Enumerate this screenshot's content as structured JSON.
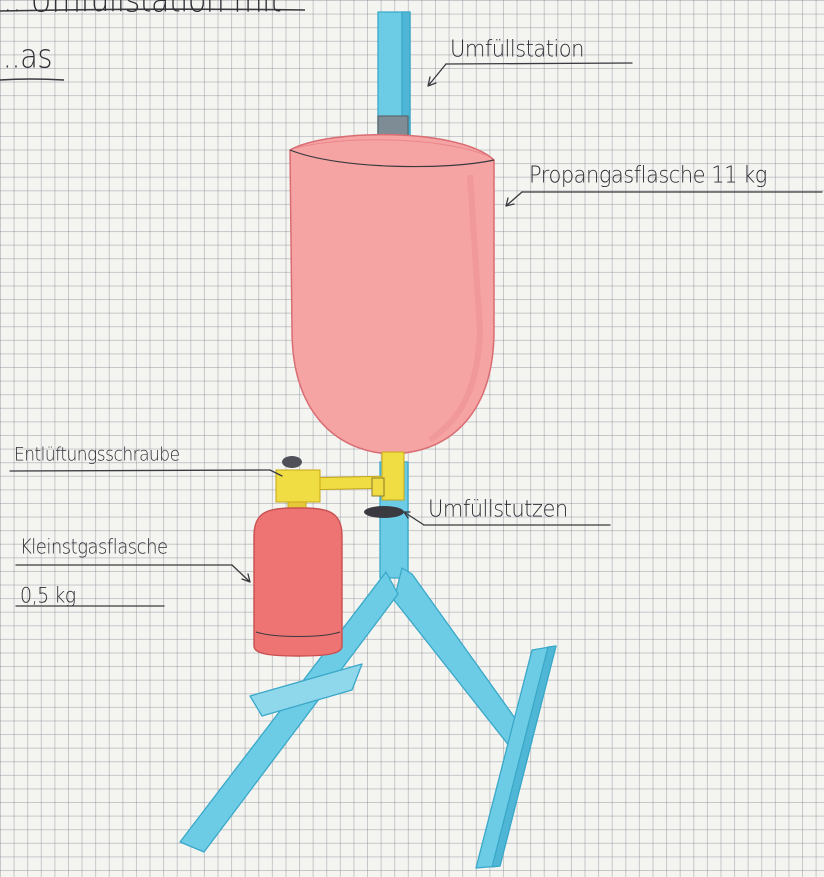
{
  "drawing": {
    "title_line_1": "... Umfüllstation mit",
    "title_line_2": "...as",
    "colors": {
      "frame": "#6ccce5",
      "frame_edge": "#3aa8c8",
      "large_bottle": "#f6a3a4",
      "large_bottle_edge": "#d86d73",
      "small_bottle": "#ee7474",
      "valve": "#f0dd44",
      "pencil": "#3a3a3f"
    },
    "icons": [
      "leader-arrow-icon",
      "connector-pipe-icon",
      "vent-screw-icon"
    ]
  },
  "labels": {
    "umfuellstation": "Umfüllstation",
    "propangasflasche": "Propangasflasche 11 kg",
    "entlueftungsschraube": "Entlüftungsschraube",
    "umfuellstutzen": "Umfüllstutzen",
    "kleinstgasflasche": "Kleinstgasflasche",
    "kleinst_weight": "0,5 kg"
  }
}
